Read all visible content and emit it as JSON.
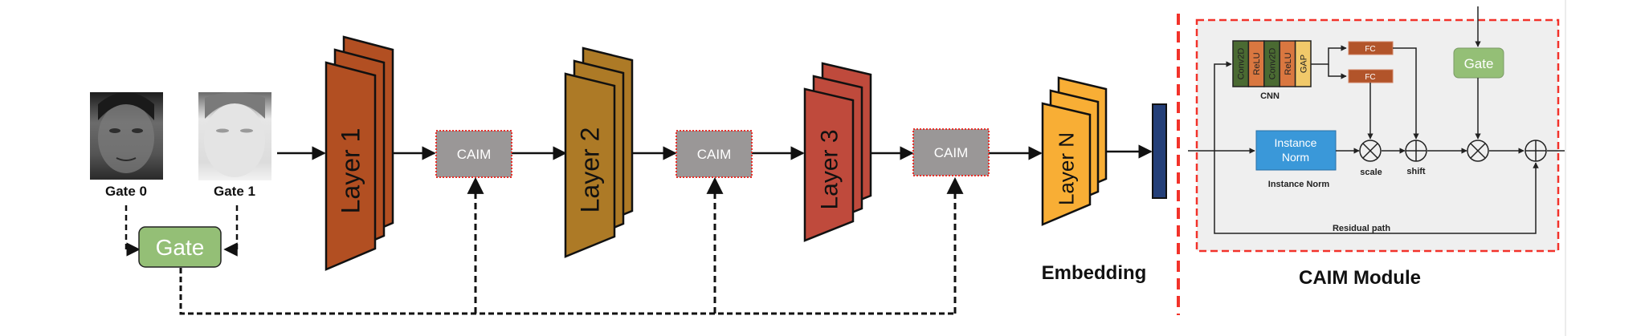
{
  "inputs": {
    "gate0_label": "Gate 0",
    "gate1_label": "Gate 1",
    "gate0_image": "visible-light face image (grayscale)",
    "gate1_image": "thermal face image (inverted grayscale)"
  },
  "input_gate": {
    "label": "Gate"
  },
  "layers": [
    {
      "label": "Layer 1",
      "color": "#b24f22"
    },
    {
      "label": "Layer 2",
      "color": "#ad7a26"
    },
    {
      "label": "Layer 3",
      "color": "#bf4a3c"
    },
    {
      "label": "Layer N",
      "color": "#f8ae35"
    }
  ],
  "caim_blocks": [
    {
      "label": "CAIM"
    },
    {
      "label": "CAIM"
    },
    {
      "label": "CAIM"
    }
  ],
  "embedding": {
    "label": "Embedding",
    "color": "#243f78"
  },
  "caim_module": {
    "title": "CAIM Module",
    "cnn": {
      "label": "CNN",
      "cells": [
        {
          "label": "Conv2D",
          "color": "#4a6a32"
        },
        {
          "label": "ReLU",
          "color": "#d97740"
        },
        {
          "label": "Conv2D",
          "color": "#4a6a32"
        },
        {
          "label": "ReLU",
          "color": "#d97740"
        },
        {
          "label": "GAP",
          "color": "#f1c96a"
        }
      ]
    },
    "fc_top": "FC",
    "fc_bottom": "FC",
    "gate": "Gate",
    "instance_norm_box": [
      "Instance",
      "Norm"
    ],
    "instance_norm_caption": "Instance Norm",
    "scale_label": "scale",
    "shift_label": "shift",
    "residual_label": "Residual path"
  },
  "colors": {
    "gate_fill": "#94bf76",
    "caim_fill": "#9a9797",
    "caim_border": "#e8302a",
    "separator": "#f2322a",
    "module_bg": "#efefef",
    "instance_norm": "#3a98d9",
    "fc": "#b2542a"
  }
}
